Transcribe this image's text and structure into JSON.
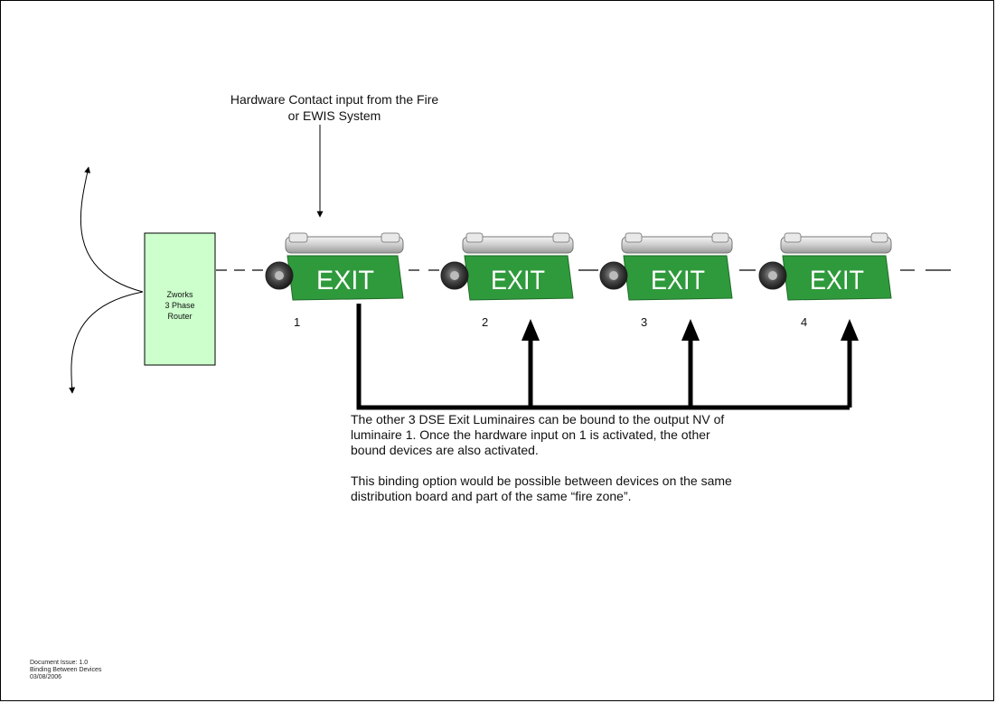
{
  "header": {
    "contact_line1": "Hardware Contact input from the Fire",
    "contact_line2": "or EWIS System"
  },
  "router": {
    "line1": "Zworks",
    "line2": "3 Phase",
    "line3": "Router",
    "fill_color": "#ccffcc"
  },
  "luminaires": [
    {
      "number": "1",
      "sign": "EXIT"
    },
    {
      "number": "2",
      "sign": "EXIT"
    },
    {
      "number": "3",
      "sign": "EXIT"
    },
    {
      "number": "4",
      "sign": "EXIT"
    }
  ],
  "description": {
    "para1_line1": "The other 3 DSE Exit Luminaires can be bound to the output NV of",
    "para1_line2": "luminaire 1.  Once the hardware input on 1 is activated, the other",
    "para1_line3": "bound devices are also activated.",
    "para2_line1": "This binding option would be possible between devices on the same",
    "para2_line2": "distribution board and part of the same “fire zone”."
  },
  "footer": {
    "issue": "Document Issue: 1.0",
    "title": "Binding Between Devices",
    "date": "03/08/2006"
  },
  "colors": {
    "exit_green": "#2f9a3c",
    "router_fill": "#ccffcc"
  }
}
